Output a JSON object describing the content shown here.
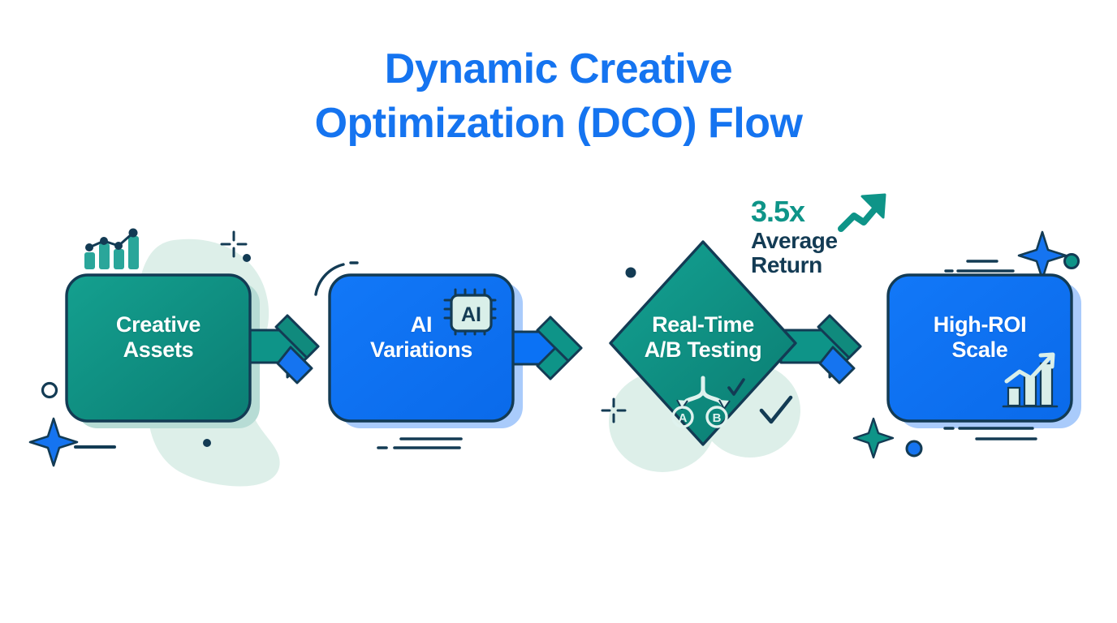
{
  "title": {
    "line1": "Dynamic Creative",
    "line2": "Optimization (DCO) Flow",
    "color": "#1574F0"
  },
  "palette": {
    "teal": "#0E9488",
    "teal_dark": "#0C7F73",
    "blue": "#0B72F5",
    "blue_light": "#A9CBFB",
    "navy": "#133B54",
    "mint": "#D9EFE9",
    "mint_light": "#CFE9E2",
    "background": "#FFFFFF",
    "white": "#FFFFFF"
  },
  "nodes": [
    {
      "id": "creative-assets",
      "shape": "rounded-rect",
      "line1": "Creative",
      "line2": "Assets",
      "fill": "#0E9488",
      "text_color": "#FFFFFF",
      "icon": "bar-chart-trend-icon"
    },
    {
      "id": "ai-variations",
      "shape": "rounded-rect",
      "line1": "AI",
      "line2": "Variations",
      "fill": "#0B72F5",
      "text_color": "#FFFFFF",
      "icon": "ai-chip-icon",
      "icon_label": "AI"
    },
    {
      "id": "ab-testing",
      "shape": "diamond",
      "line1": "Real-Time",
      "line2": "A/B Testing",
      "fill": "#0E9488",
      "text_color": "#FFFFFF",
      "icon": "ab-split-icon",
      "branch_a": "A",
      "branch_b": "B"
    },
    {
      "id": "high-roi-scale",
      "shape": "rounded-rect",
      "line1": "High-ROI",
      "line2": "Scale",
      "fill": "#0B72F5",
      "text_color": "#FFFFFF",
      "icon": "growth-chart-icon"
    }
  ],
  "connectors": [
    {
      "id": "arrow-1",
      "from": "creative-assets",
      "to": "ai-variations",
      "shaft_color": "#0E9488",
      "head_top_color": "#0E9488",
      "head_bottom_color": "#1574F0"
    },
    {
      "id": "arrow-2",
      "from": "ai-variations",
      "to": "ab-testing",
      "shaft_color": "#0B72F5",
      "head_top_color": "#0E9488",
      "head_bottom_color": "#0E9488"
    },
    {
      "id": "arrow-3",
      "from": "ab-testing",
      "to": "high-roi-scale",
      "shaft_color": "#0E9488",
      "head_top_color": "#0E9488",
      "head_bottom_color": "#1574F0"
    }
  ],
  "callout": {
    "value": "3.5x",
    "label_line1": "Average",
    "label_line2": "Return",
    "value_color": "#0E9488",
    "label_color": "#133B54",
    "icon": "trend-up-arrow-icon"
  }
}
